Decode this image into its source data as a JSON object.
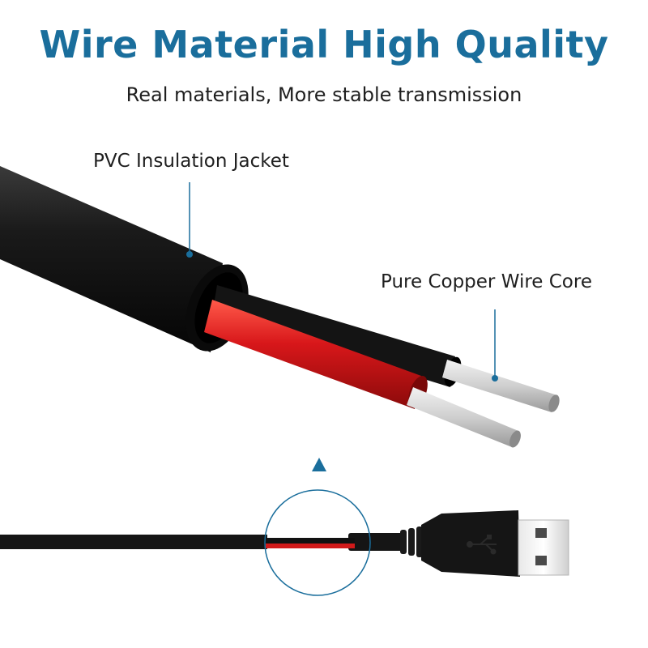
{
  "header": {
    "title": "Wire Material High Quality",
    "subtitle": "Real materials, More stable transmission"
  },
  "callouts": {
    "jacket_label": "PVC Insulation Jacket",
    "core_label": "Pure Copper Wire Core"
  },
  "colors": {
    "accent": "#1a6e9c",
    "jacket": "#111111",
    "red_wire": "#d11a1a",
    "copper_core": "#cfcfcf"
  },
  "icons": {
    "pointer": "up-triangle-icon",
    "usb": "usb-trident-icon"
  }
}
